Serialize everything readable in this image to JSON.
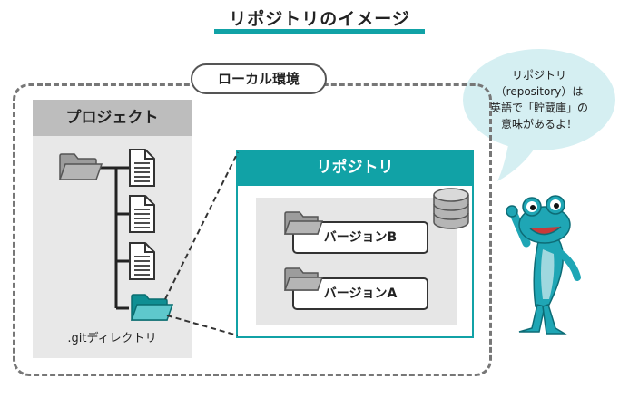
{
  "title": "リポジトリのイメージ",
  "local_env": {
    "label": "ローカル環境"
  },
  "project": {
    "label": "プロジェクト",
    "git_dir_label": ".gitディレクトリ"
  },
  "repository": {
    "label": "リポジトリ",
    "versions": [
      "バージョンB",
      "バージョンA"
    ]
  },
  "speech": {
    "lines": [
      "リポジトリ",
      "（repository）は",
      "英語で「貯蔵庫」の",
      "意味があるよ！"
    ]
  },
  "colors": {
    "teal": "#11a2a6",
    "gray_header": "#bdbdbd",
    "gray_panel": "#e8e8e8",
    "frog_body": "#1fa6b5",
    "speech_bubble": "#d5eff2"
  }
}
